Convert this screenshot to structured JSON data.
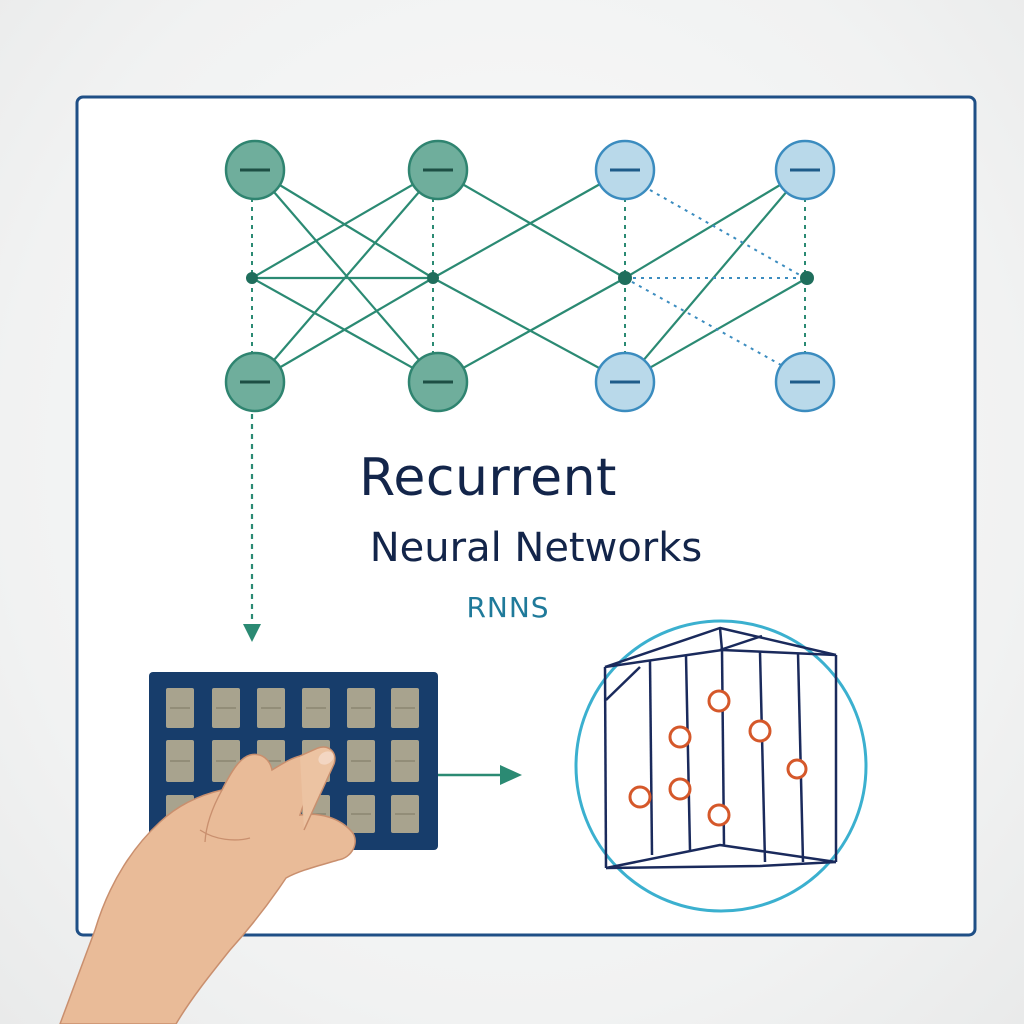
{
  "diagram": {
    "title_line1": "Recurrent",
    "title_line2": "Neural Networks",
    "subtitle": "RNNS",
    "colors": {
      "frame": "#1f4f86",
      "green_node_fill": "#6fae9c",
      "green_node_stroke": "#2f8470",
      "blue_node_fill": "#b9d9ea",
      "blue_node_stroke": "#3b8cbf",
      "connection": "#2b8a73",
      "dotted": "#2b8a73",
      "keypad_bg": "#173d6b",
      "key": "#a8a38e",
      "cube_stroke": "#1a2a5c",
      "cube_node": "#d5582a",
      "circle": "#3bb0cf"
    }
  }
}
